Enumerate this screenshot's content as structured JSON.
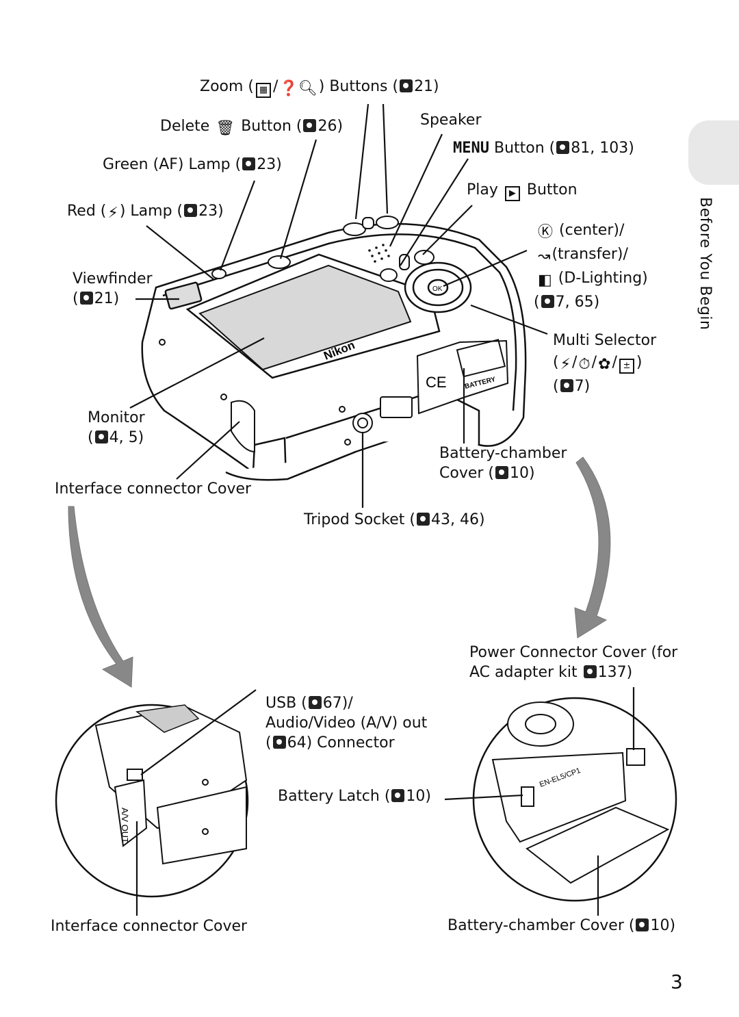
{
  "section_tab": {
    "label": "Before You Begin"
  },
  "page_number": "3",
  "labels": {
    "zoom": {
      "pre": "Zoom (",
      "sep": "/",
      "post": ") Buttons (",
      "ref": "21)"
    },
    "delete": {
      "pre": "Delete ",
      "post": " Button (",
      "ref": "26)"
    },
    "green_lamp": {
      "text": "Green (AF) Lamp (",
      "ref": "23)"
    },
    "red_lamp": {
      "pre": "Red (",
      "post": ") Lamp (",
      "ref": "23)"
    },
    "viewfinder": {
      "line1": "Viewfinder",
      "pre": "(",
      "ref": "21)"
    },
    "speaker": {
      "text": "Speaker"
    },
    "menu_button": {
      "menu": "MENU",
      "text": " Button (",
      "ref": "81, 103)"
    },
    "play_button": {
      "pre": "Play ",
      "post": " Button"
    },
    "ok_button": {
      "l1": " (center)/",
      "l2": "(transfer)/",
      "l3": " (D-Lighting)",
      "pre": "(",
      "ref": "7, 65)"
    },
    "multi_selector": {
      "line1": "Multi Selector",
      "l2": "(",
      "sep": "/",
      "l2end": ")",
      "pre": "(",
      "ref": "7)"
    },
    "monitor": {
      "line1": "Monitor",
      "pre": "(",
      "ref": "4, 5)"
    },
    "battery_chamber_cover_top": {
      "line1": "Battery-chamber",
      "line2": "Cover (",
      "ref": "10)"
    },
    "interface_cover_top": {
      "text": "Interface connector Cover"
    },
    "tripod": {
      "text": "Tripod Socket (",
      "ref": "43, 46)"
    },
    "power_connector": {
      "line1": "Power Connector Cover (for",
      "line2": "AC adapter kit ",
      "ref": "137)"
    },
    "usb": {
      "line1pre": "USB (",
      "line1ref": "67)/",
      "line2": "Audio/Video (A/V) out",
      "line3pre": "(",
      "line3ref": "64) Connector"
    },
    "battery_latch": {
      "text": "Battery Latch (",
      "ref": "10)"
    },
    "interface_cover_bottom": {
      "text": "Interface connector Cover"
    },
    "battery_chamber_cover_bottom": {
      "text": "Battery-chamber Cover (",
      "ref": "10)"
    }
  },
  "artwork": {
    "brand": "Nikon",
    "battery_text": "BATTERY",
    "battery_model": "EN-EL5/CP1",
    "av_text": "A/V OUT",
    "ce_mark": "CE"
  }
}
